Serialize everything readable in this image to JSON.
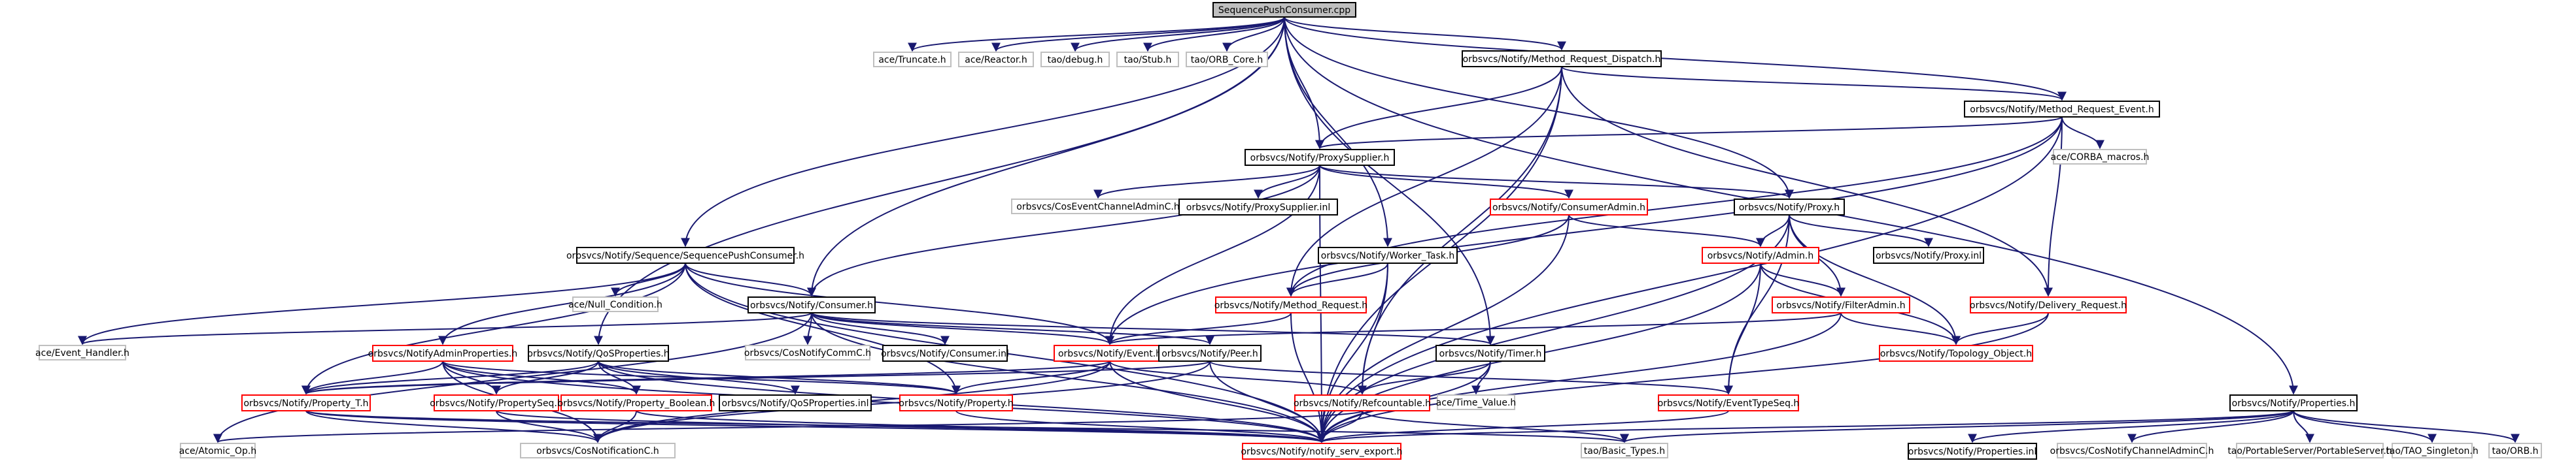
{
  "graph": {
    "nodes": [
      {
        "id": "root",
        "label": "SequencePushConsumer.cpp",
        "kind": "root"
      },
      {
        "id": "truncate",
        "label": "ace/Truncate.h",
        "kind": "external"
      },
      {
        "id": "reactor",
        "label": "ace/Reactor.h",
        "kind": "external"
      },
      {
        "id": "taodebug",
        "label": "tao/debug.h",
        "kind": "external"
      },
      {
        "id": "taostub",
        "label": "tao/Stub.h",
        "kind": "external"
      },
      {
        "id": "orbcore",
        "label": "tao/ORB_Core.h",
        "kind": "external"
      },
      {
        "id": "mrd",
        "label": "orbsvcs/Notify/Method_Request_Dispatch.h",
        "kind": "documented"
      },
      {
        "id": "mre",
        "label": "orbsvcs/Notify/Method_Request_Event.h",
        "kind": "documented"
      },
      {
        "id": "proxysupplier",
        "label": "orbsvcs/Notify/ProxySupplier.h",
        "kind": "documented"
      },
      {
        "id": "corbamacros",
        "label": "ace/CORBA_macros.h",
        "kind": "external"
      },
      {
        "id": "cosecadmin",
        "label": "orbsvcs/CosEventChannelAdminC.h",
        "kind": "external"
      },
      {
        "id": "proxysupplierinl",
        "label": "orbsvcs/Notify/ProxySupplier.inl",
        "kind": "documented"
      },
      {
        "id": "consumeradmin",
        "label": "orbsvcs/Notify/ConsumerAdmin.h",
        "kind": "undocumented"
      },
      {
        "id": "proxy",
        "label": "orbsvcs/Notify/Proxy.h",
        "kind": "documented"
      },
      {
        "id": "seqpushconsumer",
        "label": "orbsvcs/Notify/Sequence/SequencePushConsumer.h",
        "kind": "documented"
      },
      {
        "id": "workertask",
        "label": "orbsvcs/Notify/Worker_Task.h",
        "kind": "documented"
      },
      {
        "id": "admin",
        "label": "orbsvcs/Notify/Admin.h",
        "kind": "undocumented"
      },
      {
        "id": "proxyinl",
        "label": "orbsvcs/Notify/Proxy.inl",
        "kind": "documented"
      },
      {
        "id": "nullcond",
        "label": "ace/Null_Condition.h",
        "kind": "external"
      },
      {
        "id": "consumer",
        "label": "orbsvcs/Notify/Consumer.h",
        "kind": "documented"
      },
      {
        "id": "methodrequest",
        "label": "orbsvcs/Notify/Method_Request.h",
        "kind": "undocumented"
      },
      {
        "id": "filteradmin",
        "label": "orbsvcs/Notify/FilterAdmin.h",
        "kind": "undocumented"
      },
      {
        "id": "deliveryrequest",
        "label": "orbsvcs/Notify/Delivery_Request.h",
        "kind": "undocumented"
      },
      {
        "id": "eventhandler",
        "label": "ace/Event_Handler.h",
        "kind": "external"
      },
      {
        "id": "adminprops",
        "label": "orbsvcs/NotifyAdminProperties.h",
        "kind": "undocumented"
      },
      {
        "id": "qosprops",
        "label": "orbsvcs/Notify/QoSProperties.h",
        "kind": "documented"
      },
      {
        "id": "cosnotifycomm",
        "label": "orbsvcs/CosNotifyCommC.h",
        "kind": "external"
      },
      {
        "id": "consumerinl",
        "label": "orbsvcs/Notify/Consumer.inl",
        "kind": "documented"
      },
      {
        "id": "event",
        "label": "orbsvcs/Notify/Event.h",
        "kind": "undocumented"
      },
      {
        "id": "peer",
        "label": "orbsvcs/Notify/Peer.h",
        "kind": "documented"
      },
      {
        "id": "timer",
        "label": "orbsvcs/Notify/Timer.h",
        "kind": "documented"
      },
      {
        "id": "topologyobject",
        "label": "orbsvcs/Notify/Topology_Object.h",
        "kind": "undocumented"
      },
      {
        "id": "propertyt",
        "label": "orbsvcs/Notify/Property_T.h",
        "kind": "undocumented"
      },
      {
        "id": "propertyseq",
        "label": "orbsvcs/Notify/PropertySeq.h",
        "kind": "undocumented"
      },
      {
        "id": "propertyboolean",
        "label": "orbsvcs/Notify/Property_Boolean.h",
        "kind": "undocumented"
      },
      {
        "id": "qospropsinl",
        "label": "orbsvcs/Notify/QoSProperties.inl",
        "kind": "documented"
      },
      {
        "id": "property",
        "label": "orbsvcs/Notify/Property.h",
        "kind": "undocumented"
      },
      {
        "id": "refcountable",
        "label": "orbsvcs/Notify/Refcountable.h",
        "kind": "undocumented"
      },
      {
        "id": "timevalue",
        "label": "ace/Time_Value.h",
        "kind": "external"
      },
      {
        "id": "eventtypeseq",
        "label": "orbsvcs/Notify/EventTypeSeq.h",
        "kind": "undocumented"
      },
      {
        "id": "properties",
        "label": "orbsvcs/Notify/Properties.h",
        "kind": "documented"
      },
      {
        "id": "atomicop",
        "label": "ace/Atomic_Op.h",
        "kind": "external"
      },
      {
        "id": "cosnotification",
        "label": "orbsvcs/CosNotificationC.h",
        "kind": "external"
      },
      {
        "id": "servexport",
        "label": "orbsvcs/Notify/notify_serv_export.h",
        "kind": "undocumented"
      },
      {
        "id": "basictypes",
        "label": "tao/Basic_Types.h",
        "kind": "external"
      },
      {
        "id": "propertiesinl",
        "label": "orbsvcs/Notify/Properties.inl",
        "kind": "documented"
      },
      {
        "id": "cosnotifychanneladmin",
        "label": "orbsvcs/CosNotifyChannelAdminC.h",
        "kind": "external"
      },
      {
        "id": "portableserver",
        "label": "tao/PortableServer/PortableServer.h",
        "kind": "external"
      },
      {
        "id": "taosingleton",
        "label": "tao/TAO_Singleton.h",
        "kind": "external"
      },
      {
        "id": "taoorb",
        "label": "tao/ORB.h",
        "kind": "external"
      }
    ],
    "edges": [
      [
        "root",
        "truncate"
      ],
      [
        "root",
        "reactor"
      ],
      [
        "root",
        "taodebug"
      ],
      [
        "root",
        "taostub"
      ],
      [
        "root",
        "orbcore"
      ],
      [
        "root",
        "mrd"
      ],
      [
        "root",
        "mre"
      ],
      [
        "root",
        "proxysupplier"
      ],
      [
        "root",
        "seqpushconsumer"
      ],
      [
        "root",
        "consumer"
      ],
      [
        "root",
        "workertask"
      ],
      [
        "root",
        "timer"
      ],
      [
        "root",
        "qosprops"
      ],
      [
        "root",
        "proxy"
      ],
      [
        "root",
        "properties"
      ],
      [
        "mrd",
        "mre"
      ],
      [
        "mrd",
        "proxysupplier"
      ],
      [
        "mrd",
        "methodrequest"
      ],
      [
        "mrd",
        "refcountable"
      ],
      [
        "mrd",
        "deliveryrequest"
      ],
      [
        "mrd",
        "servexport"
      ],
      [
        "mre",
        "proxysupplier"
      ],
      [
        "mre",
        "corbamacros"
      ],
      [
        "mre",
        "deliveryrequest"
      ],
      [
        "mre",
        "event"
      ],
      [
        "mre",
        "methodrequest"
      ],
      [
        "mre",
        "servexport"
      ],
      [
        "proxysupplier",
        "cosecadmin"
      ],
      [
        "proxysupplier",
        "proxysupplierinl"
      ],
      [
        "proxysupplier",
        "consumeradmin"
      ],
      [
        "proxysupplier",
        "proxy"
      ],
      [
        "proxysupplier",
        "consumer"
      ],
      [
        "proxysupplier",
        "event"
      ],
      [
        "proxysupplier",
        "servexport"
      ],
      [
        "consumeradmin",
        "admin"
      ],
      [
        "consumeradmin",
        "methodrequest"
      ],
      [
        "consumeradmin",
        "servexport"
      ],
      [
        "proxy",
        "proxyinl"
      ],
      [
        "proxy",
        "admin"
      ],
      [
        "proxy",
        "filteradmin"
      ],
      [
        "proxy",
        "topologyobject"
      ],
      [
        "proxy",
        "eventtypeseq"
      ],
      [
        "proxy",
        "servexport"
      ],
      [
        "seqpushconsumer",
        "nullcond"
      ],
      [
        "seqpushconsumer",
        "consumer"
      ],
      [
        "seqpushconsumer",
        "eventhandler"
      ],
      [
        "seqpushconsumer",
        "adminprops"
      ],
      [
        "seqpushconsumer",
        "event"
      ],
      [
        "seqpushconsumer",
        "propertyt"
      ],
      [
        "seqpushconsumer",
        "property"
      ],
      [
        "seqpushconsumer",
        "servexport"
      ],
      [
        "workertask",
        "methodrequest"
      ],
      [
        "workertask",
        "refcountable"
      ],
      [
        "workertask",
        "servexport"
      ],
      [
        "admin",
        "filteradmin"
      ],
      [
        "admin",
        "topologyobject"
      ],
      [
        "admin",
        "eventtypeseq"
      ],
      [
        "admin",
        "servexport"
      ],
      [
        "methodrequest",
        "event"
      ],
      [
        "methodrequest",
        "servexport"
      ],
      [
        "filteradmin",
        "event"
      ],
      [
        "filteradmin",
        "topologyobject"
      ],
      [
        "filteradmin",
        "servexport"
      ],
      [
        "deliveryrequest",
        "topologyobject"
      ],
      [
        "deliveryrequest",
        "servexport"
      ],
      [
        "consumer",
        "cosnotifycomm"
      ],
      [
        "consumer",
        "consumerinl"
      ],
      [
        "consumer",
        "event"
      ],
      [
        "consumer",
        "peer"
      ],
      [
        "consumer",
        "timer"
      ],
      [
        "consumer",
        "eventhandler"
      ],
      [
        "consumer",
        "atomicop"
      ],
      [
        "consumer",
        "servexport"
      ],
      [
        "adminprops",
        "propertyt"
      ],
      [
        "adminprops",
        "propertyseq"
      ],
      [
        "adminprops",
        "propertyboolean"
      ],
      [
        "adminprops",
        "property"
      ],
      [
        "adminprops",
        "servexport"
      ],
      [
        "adminprops",
        "cosnotification"
      ],
      [
        "qosprops",
        "propertyt"
      ],
      [
        "qosprops",
        "propertyseq"
      ],
      [
        "qosprops",
        "propertyboolean"
      ],
      [
        "qosprops",
        "qospropsinl"
      ],
      [
        "qosprops",
        "property"
      ],
      [
        "qosprops",
        "servexport"
      ],
      [
        "event",
        "propertyt"
      ],
      [
        "event",
        "property"
      ],
      [
        "event",
        "refcountable"
      ],
      [
        "event",
        "cosnotification"
      ],
      [
        "event",
        "servexport"
      ],
      [
        "peer",
        "eventtypeseq"
      ],
      [
        "peer",
        "propertyt"
      ],
      [
        "peer",
        "servexport"
      ],
      [
        "peer",
        "cosnotification"
      ],
      [
        "timer",
        "timevalue"
      ],
      [
        "timer",
        "refcountable"
      ],
      [
        "timer",
        "servexport"
      ],
      [
        "propertyt",
        "cosnotification"
      ],
      [
        "propertyt",
        "servexport"
      ],
      [
        "propertyt",
        "basictypes"
      ],
      [
        "propertyseq",
        "cosnotification"
      ],
      [
        "propertyseq",
        "servexport"
      ],
      [
        "propertyboolean",
        "cosnotification"
      ],
      [
        "propertyboolean",
        "servexport"
      ],
      [
        "property",
        "servexport"
      ],
      [
        "refcountable",
        "atomicop"
      ],
      [
        "refcountable",
        "servexport"
      ],
      [
        "refcountable",
        "basictypes"
      ],
      [
        "eventtypeseq",
        "servexport"
      ],
      [
        "properties",
        "propertiesinl"
      ],
      [
        "properties",
        "cosnotifychanneladmin"
      ],
      [
        "properties",
        "portableserver"
      ],
      [
        "properties",
        "taosingleton"
      ],
      [
        "properties",
        "taoorb"
      ],
      [
        "properties",
        "servexport"
      ],
      [
        "properties",
        "basictypes"
      ]
    ]
  },
  "colors": {
    "root_fill": "#bfbfbf",
    "documented_border": "#000000",
    "undocumented_border": "#ff0000",
    "external_border": "#bfbfbf",
    "node_fill": "#ffffff",
    "edge": "#191970",
    "text": "#000000"
  }
}
